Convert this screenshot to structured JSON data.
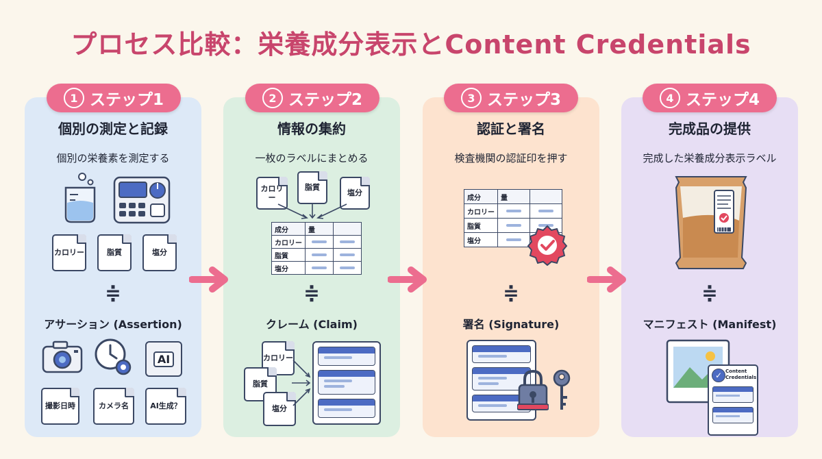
{
  "title": "プロセス比較：栄養成分表示とContent Credentials",
  "equiv_symbol": "≑",
  "steps": [
    {
      "num": "1",
      "badge": "ステップ1",
      "title": "個別の測定と記録",
      "desc": "個別の栄養素を測定する",
      "nutrition_items": [
        "カロリー",
        "脂質",
        "塩分"
      ],
      "concept": "アサーション (Assertion)",
      "cc_items": [
        "撮影日時",
        "カメラ名",
        "AI生成？"
      ],
      "ai_chip": "AI",
      "color": "#dde9f7"
    },
    {
      "num": "2",
      "badge": "ステップ2",
      "title": "情報の集約",
      "desc": "一枚のラベルにまとめる",
      "nutrition_items": [
        "カロリー",
        "脂質",
        "塩分"
      ],
      "table_header": [
        "成分",
        "量"
      ],
      "table_rows": [
        "カロリー",
        "脂質",
        "塩分"
      ],
      "concept": "クレーム (Claim)",
      "cc_items": [
        "カロリー",
        "脂質",
        "塩分"
      ],
      "color": "#dcefe1"
    },
    {
      "num": "3",
      "badge": "ステップ3",
      "title": "認証と署名",
      "desc": "検査機関の認証印を押す",
      "table_header": [
        "成分",
        "量"
      ],
      "table_rows": [
        "カロリー",
        "脂質",
        "塩分"
      ],
      "concept": "署名 (Signature)",
      "color": "#fde3cf"
    },
    {
      "num": "4",
      "badge": "ステップ4",
      "title": "完成品の提供",
      "desc": "完成した栄養成分表示ラベル",
      "concept": "マニフェスト (Manifest)",
      "cc_badge_label": "Content Credentials",
      "color": "#e7def4"
    }
  ],
  "colors": {
    "title": "#c8456c",
    "badge": "#ec6d8f",
    "arrow": "#ec6d8f",
    "stroke": "#3b4864"
  }
}
